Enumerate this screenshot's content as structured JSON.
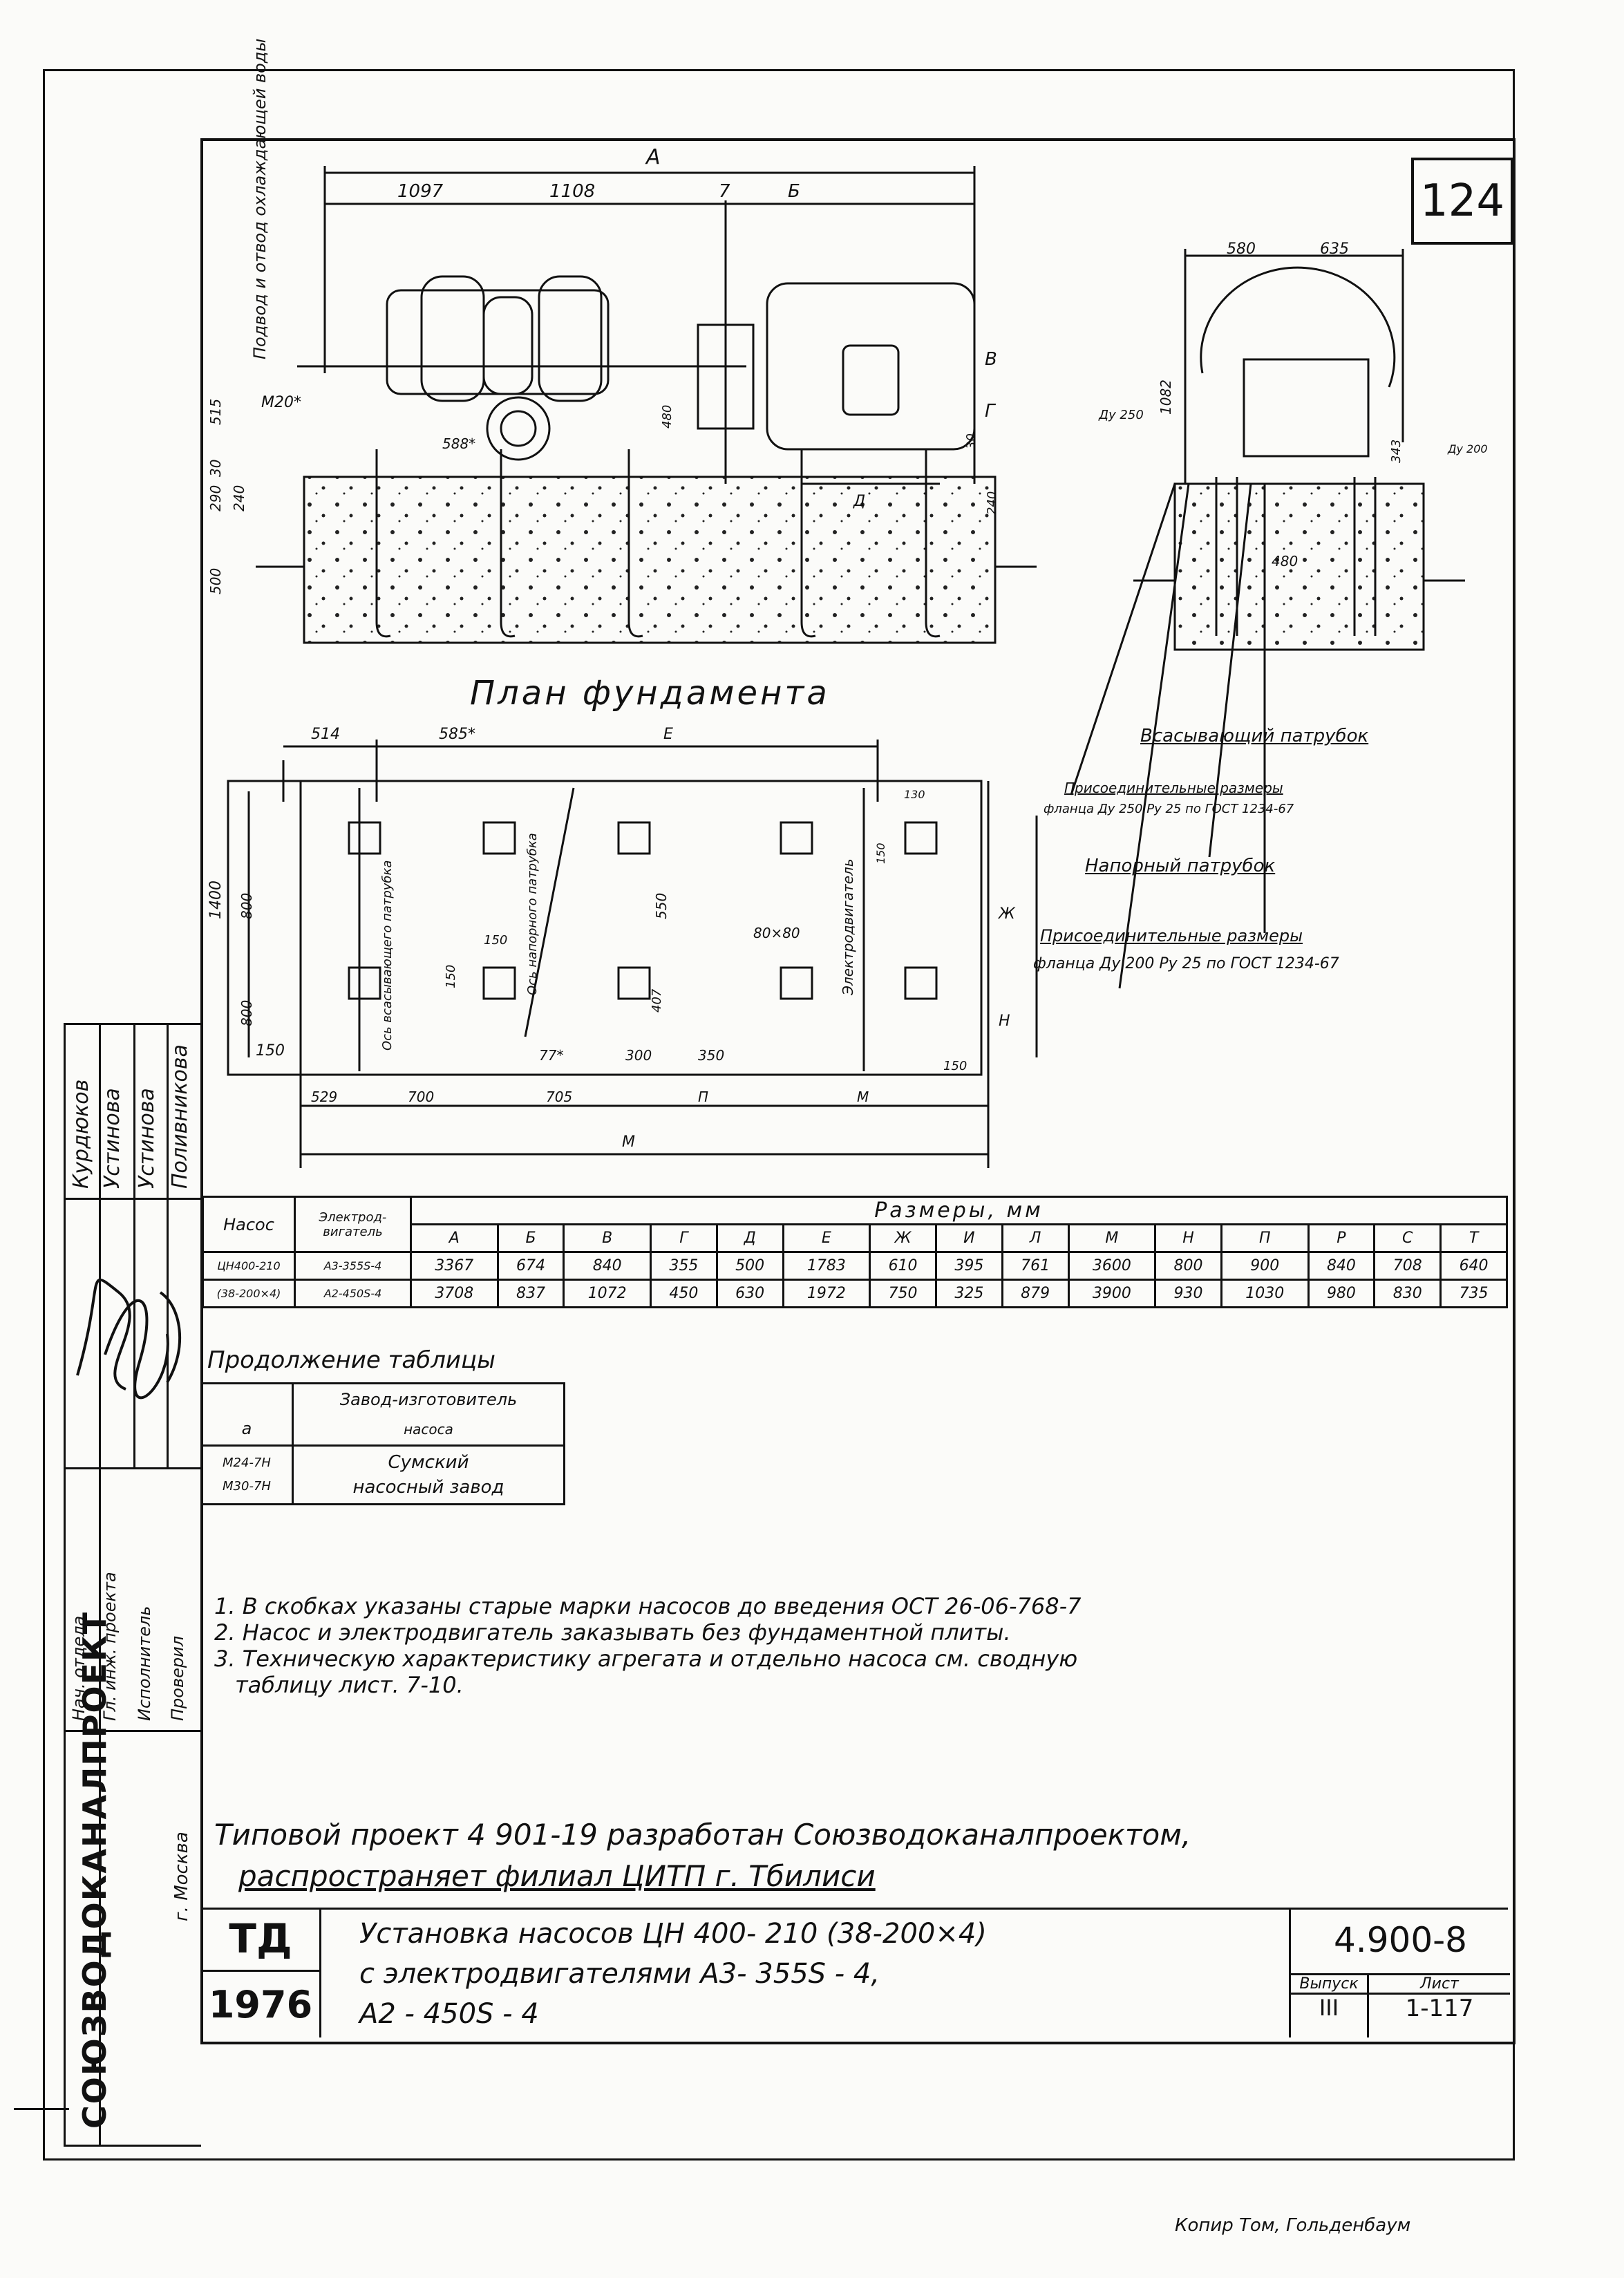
{
  "sheet_number": "124",
  "elevation": {
    "dim_a": "A",
    "dim_1097": "1097",
    "dim_1108": "1108",
    "dim_7": "7",
    "dim_b": "Б",
    "water_note": "Подвод и отвод охлаждающей воды",
    "m20": "М20*",
    "d515": "515",
    "d30": "30",
    "d290": "290",
    "d240": "240",
    "d500": "500",
    "d588": "588*",
    "d480": "480",
    "d_v": "В",
    "d_g": "Г",
    "d_d": "Д",
    "d30b": "30",
    "d240b": "240"
  },
  "side": {
    "d580": "580",
    "d635": "635",
    "d1082": "1082",
    "dy250": "Ду 250",
    "d343": "343",
    "dy200": "Ду 200",
    "d480": "480",
    "suction": "Всасывающий патрубок",
    "flange1_title": "Присоединительные размеры",
    "flange1": "фланца Ду 250 Ру 25 по ГОСТ 1234-67",
    "pressure": "Напорный патрубок",
    "flange2_title": "Присоединительные размеры",
    "flange2": "фланца Ду 200 Ру 25 по ГОСТ 1234-67"
  },
  "plan": {
    "title": "План фундамента",
    "d514": "514",
    "d585": "585*",
    "d_e": "Е",
    "d1400": "1400",
    "d800a": "800",
    "d800b": "800",
    "d150a": "150",
    "d150b": "150",
    "d150c": "150",
    "d150d": "150",
    "d150e": "150",
    "d130": "130",
    "d550": "550",
    "d80x80": "80×80",
    "d407": "407",
    "d_zh": "Ж",
    "d_n": "Н",
    "d529": "529",
    "d700": "700",
    "d705": "705",
    "d_p": "П",
    "d_m": "М",
    "d77": "77*",
    "d300": "300",
    "d350": "350",
    "d_mm": "М",
    "axis_suction": "Ось всасывающего патрубка",
    "axis_pressure": "Ось напорного патрубка",
    "axis_motor": "Электродвигатель"
  },
  "sizes_table": {
    "h_pump": "Насос",
    "h_motor": "Электрод-вигатель",
    "h_sizes": "Размеры, мм",
    "cols": [
      "А",
      "Б",
      "В",
      "Г",
      "Д",
      "Е",
      "Ж",
      "И",
      "Л",
      "М",
      "Н",
      "П",
      "Р",
      "С",
      "Т"
    ],
    "rows": [
      {
        "pump": "ЦН400-210",
        "motor": "А3-355S-4",
        "vals": [
          "3367",
          "674",
          "840",
          "355",
          "500",
          "1783",
          "610",
          "395",
          "761",
          "3600",
          "800",
          "900",
          "840",
          "708",
          "640"
        ]
      },
      {
        "pump": "(38-200×4)",
        "motor": "А2-450S-4",
        "vals": [
          "3708",
          "837",
          "1072",
          "450",
          "630",
          "1972",
          "750",
          "325",
          "879",
          "3900",
          "930",
          "1030",
          "980",
          "830",
          "735"
        ]
      }
    ]
  },
  "continuation": {
    "title": "Продолжение таблицы",
    "h_a": "а",
    "h_plant1": "Завод-изготовитель",
    "h_plant2": "насоса",
    "r1": "М24-7Н",
    "r2": "М30-7Н",
    "plant1": "Сумский",
    "plant2": "насосный завод"
  },
  "notes": [
    "1. В скобках указаны старые марки насосов до введения ОСТ 26-06-768-7",
    "2. Насос и электродвигатель заказывать без фундаментной плиты.",
    "3. Техническую характеристику агрегата и отдельно насоса см. сводную",
    "таблицу      лист. 7-10."
  ],
  "side_stamp": {
    "names": [
      "Курдюков",
      "Устинова",
      "Устинова",
      "Поливникова"
    ],
    "roles": [
      "Нач. отдела",
      "Гл. инж. проекта",
      "Исполнитель",
      "Проверил"
    ],
    "org": "СОЮЗВОДОКАНАЛПРОЕКТ",
    "city": "г. Москва"
  },
  "title_block": {
    "developer1": "Типовой проект 4 901-19 разработан Союзводоканалпроектом,",
    "developer2": "распространяет    филиал   ЦИТП   г.   Тбилиси",
    "td": "ТД",
    "year": "1976",
    "desc1": "Установка   насосов  ЦН 400- 210 (38-200×4)",
    "desc2": "с электродвигателями    А3- 355S - 4,",
    "desc3": "А2  - 450S - 4",
    "code": "4.900-8",
    "h_issue": "Выпуск",
    "h_sheet": "Лист",
    "issue": "III",
    "sheet": "1-117"
  },
  "copier": "Копир Том, Гольденбаум"
}
